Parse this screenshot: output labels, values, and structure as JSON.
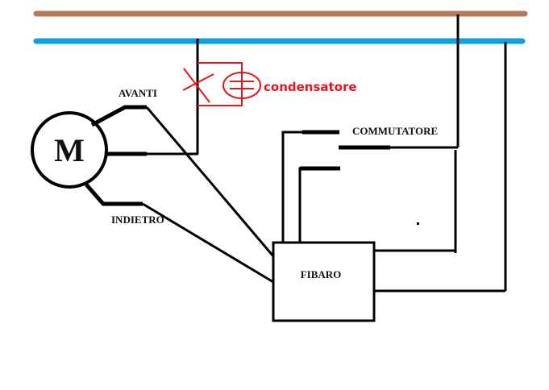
{
  "diagram": {
    "type": "wiring-schematic",
    "colors": {
      "phase_bus": "#b57a5a",
      "neutral_bus": "#0aa2e0",
      "wire": "#000000",
      "annotation": "#e8141c"
    },
    "nodes": {
      "motor": {
        "label": "M"
      },
      "relay": {
        "label": "FIBARO"
      },
      "switch": {
        "label": "COMMUTATORE"
      }
    },
    "labels": {
      "forward": "AVANTI",
      "reverse": "INDIETRO",
      "capacitor": "condensatore"
    },
    "edges": [
      {
        "from": "phase_bus",
        "to": "switch"
      },
      {
        "from": "neutral_bus",
        "to": "motor-common",
        "via": "capacitor-position"
      },
      {
        "from": "neutral_bus",
        "to": "relay"
      },
      {
        "from": "motor-avanti",
        "to": "relay"
      },
      {
        "from": "motor-indietro",
        "to": "relay"
      },
      {
        "from": "switch",
        "to": "relay"
      }
    ]
  }
}
